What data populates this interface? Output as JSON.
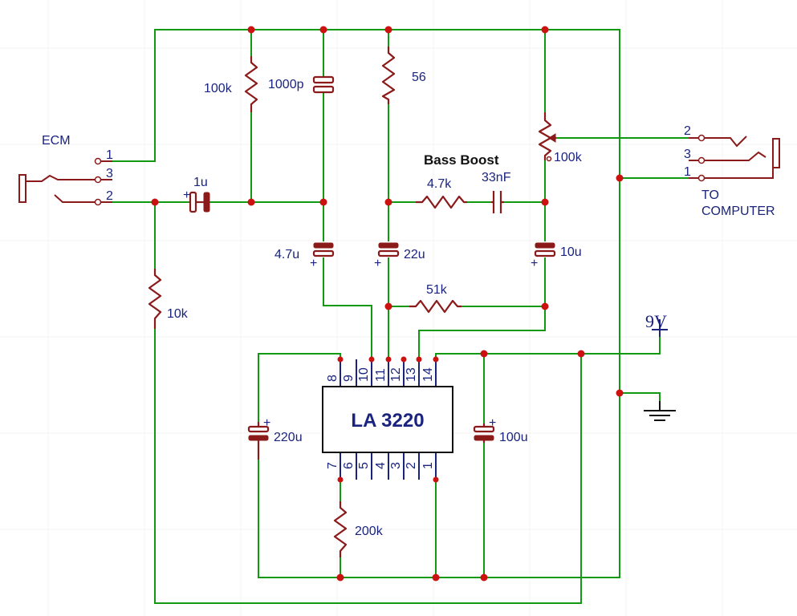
{
  "ic": {
    "label": "LA 3220",
    "top_pins": [
      "8",
      "9",
      "10",
      "11",
      "12",
      "13",
      "14"
    ],
    "bottom_pins": [
      "7",
      "6",
      "5",
      "4",
      "3",
      "2",
      "1"
    ]
  },
  "resistors": {
    "r1": "100k",
    "r2": "56",
    "r3": "4.7k",
    "r4": "51k",
    "r5": "10k",
    "r6": "200k",
    "pot": "100k"
  },
  "capacitors": {
    "c1": "1000p",
    "c2": "1u",
    "c3": "4.7u",
    "c4": "22u",
    "c5": "33nF",
    "c6": "10u",
    "c7": "220u",
    "c8": "100u"
  },
  "section_title": "Bass Boost",
  "input_jack": {
    "label": "ECM",
    "pin1": "1",
    "pin3": "3",
    "pin2": "2"
  },
  "output_jack": {
    "label_line1": "TO",
    "label_line2": "COMPUTER",
    "pin2": "2",
    "pin3": "3",
    "pin1": "1"
  },
  "supply": {
    "label": "9V"
  },
  "polarity": "+"
}
